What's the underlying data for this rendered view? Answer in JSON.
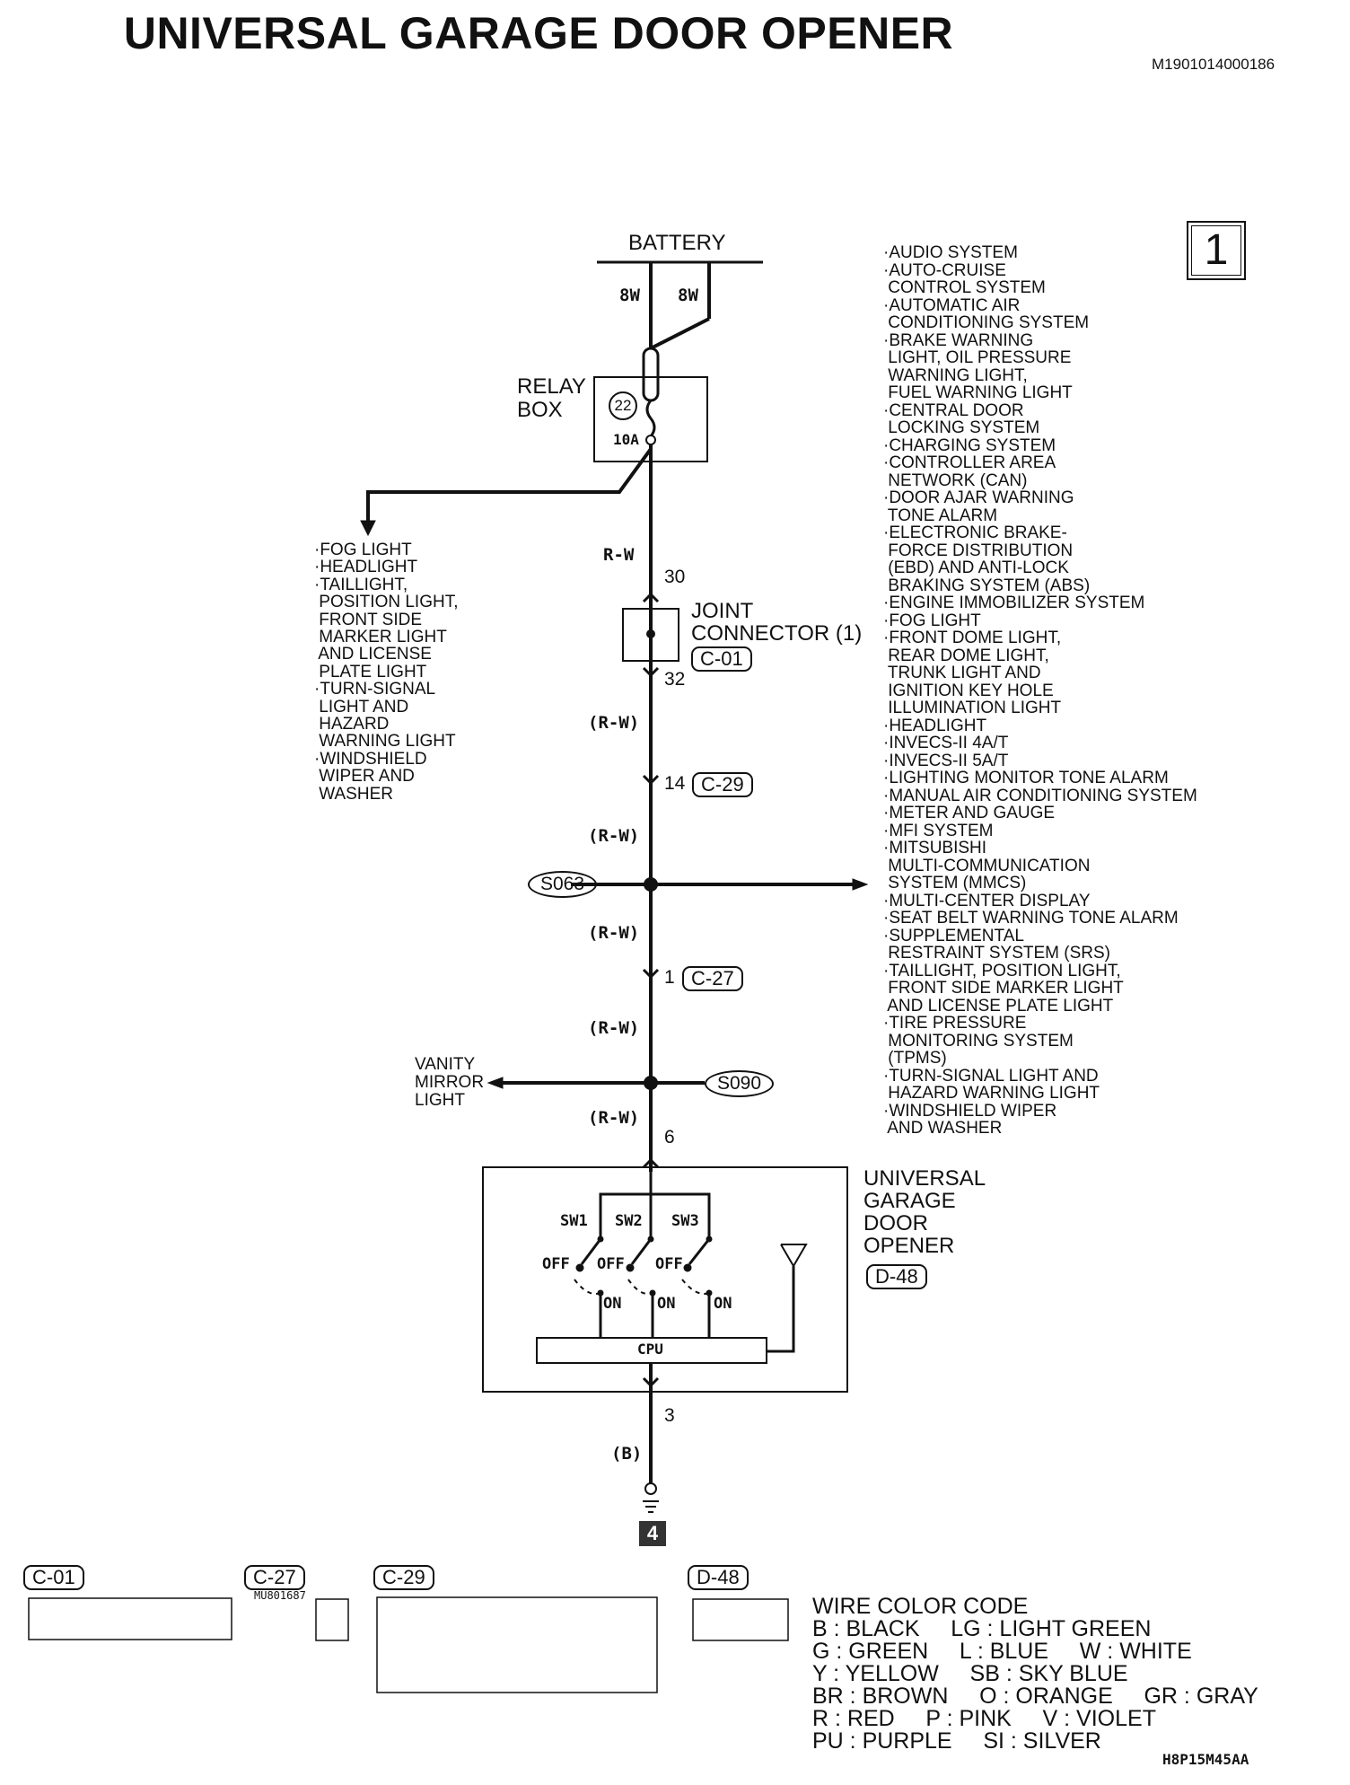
{
  "title": "UNIVERSAL GARAGE DOOR OPENER",
  "doc_id": "M1901014000186",
  "page_number": "1",
  "battery": "BATTERY",
  "wire_8w_left": "8W",
  "wire_8w_right": "8W",
  "relay_box": {
    "name_line1": "RELAY",
    "name_line2": "BOX",
    "fuse_number": "22",
    "fuse_rating": "10A"
  },
  "wire_r_w": "R-W",
  "wire_r_w_paren": "(R-W)",
  "wire_b_paren": "(B)",
  "joint_connector": {
    "pin_in": "30",
    "pin_out": "32",
    "name_line1": "JOINT",
    "name_line2": "CONNECTOR (1)",
    "connector": "C-01"
  },
  "pin_14": "14",
  "conn_c29": "C-29",
  "splice_s063": "S063",
  "pin_1": "1",
  "conn_c27": "C-27",
  "splice_s090": "S090",
  "vanity": [
    "VANITY",
    "MIRROR",
    "LIGHT"
  ],
  "pin_6": "6",
  "pin_3": "3",
  "ugdo": {
    "name": [
      "UNIVERSAL",
      "GARAGE",
      "DOOR",
      "OPENER"
    ],
    "connector": "D-48",
    "switches": [
      "SW1",
      "SW2",
      "SW3"
    ],
    "off": "OFF",
    "on": "ON",
    "cpu": "CPU"
  },
  "ground_marker": "4",
  "fog_list": "·FOG LIGHT\n·HEADLIGHT\n·TAILLIGHT,\n POSITION LIGHT,\n FRONT SIDE\n MARKER LIGHT\n AND LICENSE\n PLATE LIGHT\n·TURN-SIGNAL\n LIGHT AND\n HAZARD\n WARNING LIGHT\n·WINDSHIELD\n WIPER AND\n WASHER",
  "system_list": "·AUDIO SYSTEM\n·AUTO-CRUISE\n CONTROL SYSTEM\n·AUTOMATIC AIR\n CONDITIONING SYSTEM\n·BRAKE WARNING\n LIGHT, OIL PRESSURE\n WARNING LIGHT,\n FUEL WARNING LIGHT\n·CENTRAL DOOR\n LOCKING SYSTEM\n·CHARGING SYSTEM\n·CONTROLLER AREA\n NETWORK (CAN)\n·DOOR AJAR WARNING\n TONE ALARM\n·ELECTRONIC BRAKE-\n FORCE DISTRIBUTION\n (EBD) AND ANTI-LOCK\n BRAKING SYSTEM (ABS)\n·ENGINE IMMOBILIZER SYSTEM\n·FOG LIGHT\n·FRONT DOME LIGHT,\n REAR DOME LIGHT,\n TRUNK LIGHT AND\n IGNITION KEY HOLE\n ILLUMINATION LIGHT\n·HEADLIGHT\n·INVECS-II 4A/T\n·INVECS-II 5A/T\n·LIGHTING MONITOR TONE ALARM\n·MANUAL AIR CONDITIONING SYSTEM\n·METER AND GAUGE\n·MFI SYSTEM\n·MITSUBISHI\n MULTI-COMMUNICATION\n SYSTEM (MMCS)\n·MULTI-CENTER DISPLAY\n·SEAT BELT WARNING TONE ALARM\n·SUPPLEMENTAL\n RESTRAINT SYSTEM (SRS)\n·TAILLIGHT, POSITION LIGHT,\n FRONT SIDE MARKER LIGHT\n AND LICENSE PLATE LIGHT\n·TIRE PRESSURE\n MONITORING SYSTEM\n (TPMS)\n·TURN-SIGNAL LIGHT AND\n HAZARD WARNING LIGHT\n·WINDSHIELD WIPER\n AND WASHER",
  "connectors_bottom": {
    "c01": "C-01",
    "c27": "C-27",
    "c27_part": "MU801687",
    "c29": "C-29",
    "d48": "D-48"
  },
  "wire_color_code": "WIRE COLOR CODE\nB : BLACK     LG : LIGHT GREEN\nG : GREEN     L : BLUE     W : WHITE\nY : YELLOW     SB : SKY BLUE\nBR : BROWN     O : ORANGE     GR : GRAY\nR : RED     P : PINK     V : VIOLET\nPU : PURPLE     SI : SILVER",
  "figure_code": "H8P15M45AA"
}
